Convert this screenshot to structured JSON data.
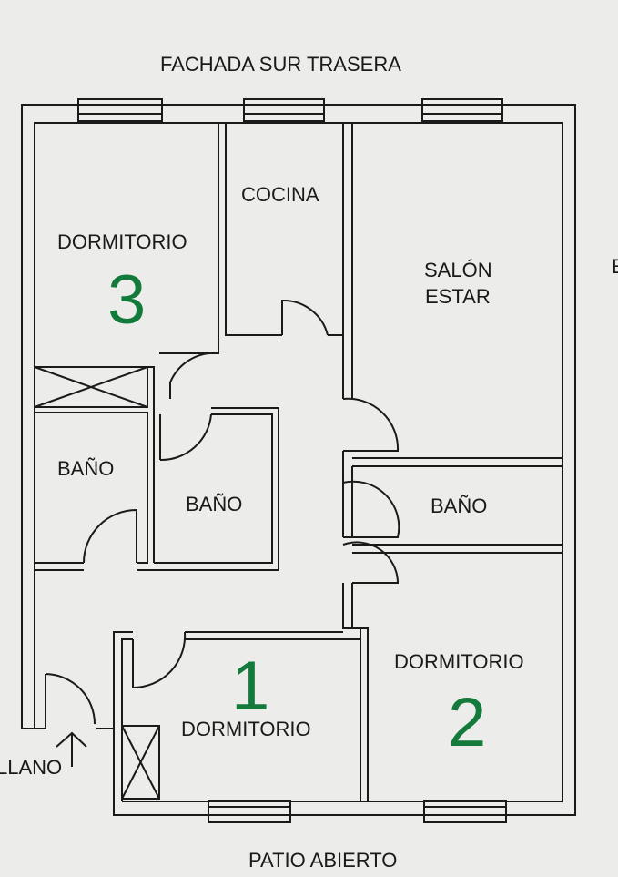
{
  "facade_top": "FACHADA SUR TRASERA",
  "facade_bottom": "PATIO ABIERTO",
  "entrance": "LLANO",
  "edge_letter": "E",
  "rooms": {
    "dorm3": {
      "label": "DORMITORIO",
      "number": "3"
    },
    "cocina": {
      "label": "COCINA"
    },
    "salon": {
      "label": "SALÓN",
      "label2": "ESTAR"
    },
    "bano_left": {
      "label": "BAÑO"
    },
    "bano_mid": {
      "label": "BAÑO"
    },
    "bano_right": {
      "label": "BAÑO"
    },
    "dorm1": {
      "label": "DORMITORIO",
      "number": "1"
    },
    "dorm2": {
      "label": "DORMITORIO",
      "number": "2"
    }
  },
  "colors": {
    "number": "#137a3c",
    "line": "#1a1a1a",
    "paper": "#ececea"
  }
}
